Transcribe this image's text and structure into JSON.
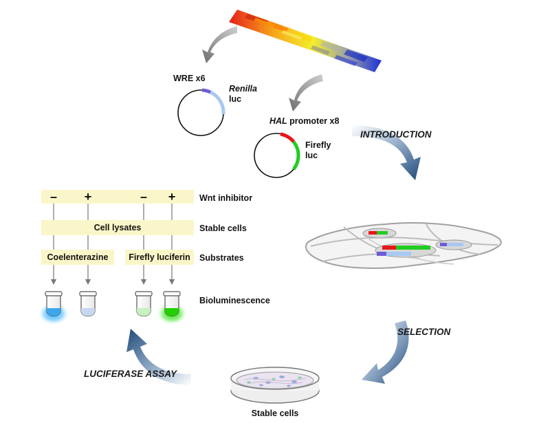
{
  "labels": {
    "wre": "WRE x6",
    "renilla_italic": "Renilla",
    "renilla_luc": "luc",
    "hal_italic": "HAL",
    "hal_rest": " promoter x8",
    "firefly": "Firefly",
    "firefly_luc": "luc",
    "introduction": "INTRODUCTION",
    "selection": "SELECTION",
    "luciferase_assay": "LUCIFERASE ASSAY",
    "stable_cells_dish": "Stable cells"
  },
  "assay": {
    "signs": [
      "–",
      "+",
      "–",
      "+"
    ],
    "cell_lysates": "Cell lysates",
    "coelenterazine": "Coelenterazine",
    "firefly_luciferin": "Firefly luciferin",
    "row_labels": {
      "wnt_inhibitor": "Wnt inhibitor",
      "stable_cells": "Stable cells",
      "substrates": "Substrates",
      "bioluminescence": "Bioluminescence"
    }
  },
  "colors": {
    "box_fill": "#fbf6c9",
    "renilla_blue": "#6fa8e8",
    "firefly_green": "#22cc22",
    "promoter_red": "#e8161a",
    "arrow_blue": "#2d5a8a",
    "arrow_gray": "#8a8a8a"
  }
}
